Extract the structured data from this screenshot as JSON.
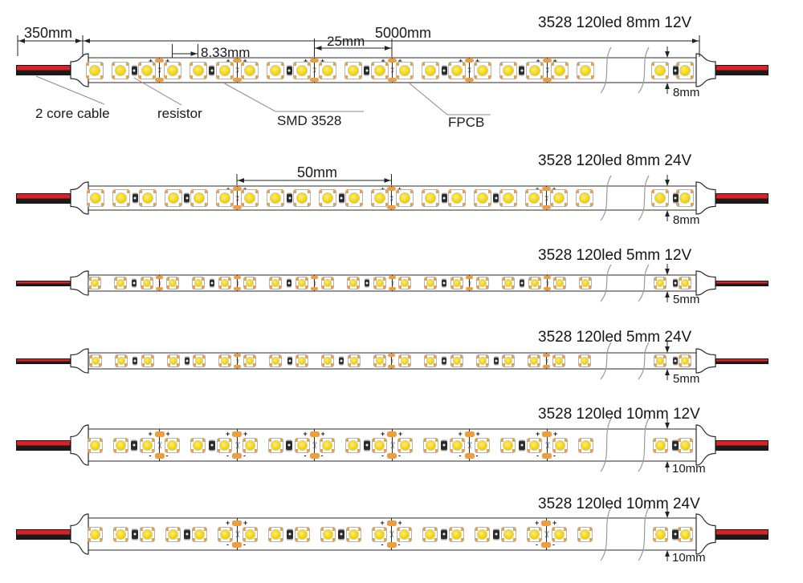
{
  "strips": [
    {
      "title": "3528 120led 8mm 12V",
      "voltage": "12V",
      "width_label": "8mm",
      "dims": {
        "cable_length": "350mm",
        "strip_length": "5000mm",
        "led_pitch": "8.33mm",
        "cut_interval": "25mm"
      },
      "callouts": {
        "cable": "2 core cable",
        "resistor": "resistor",
        "led": "SMD 3528",
        "pcb": "FPCB"
      }
    },
    {
      "title": "3528 120led 8mm 24V",
      "voltage": "24V",
      "width_label": "8mm",
      "dims": {
        "cut_interval": "50mm"
      }
    },
    {
      "title": "3528 120led 5mm 12V",
      "voltage": "12V",
      "width_label": "5mm"
    },
    {
      "title": "3528 120led 5mm 24V",
      "voltage": "24V",
      "width_label": "5mm"
    },
    {
      "title": "3528 120led 10mm 12V",
      "voltage": "12V",
      "width_label": "10mm"
    },
    {
      "title": "3528 120led 10mm 24V",
      "voltage": "24V",
      "width_label": "10mm"
    }
  ],
  "cut_symbols": {
    "plus": "+",
    "minus": "-",
    "scissors": "✂"
  },
  "colors": {
    "led_yellow": "#f3d103",
    "pad_orange": "#ef9e3f",
    "cable_red": "#d92127",
    "cable_black": "#1b1b1b",
    "strip_outline": "#2a2a2a",
    "leader_gray": "#8a8a8a",
    "text": "#1a1a1a"
  }
}
